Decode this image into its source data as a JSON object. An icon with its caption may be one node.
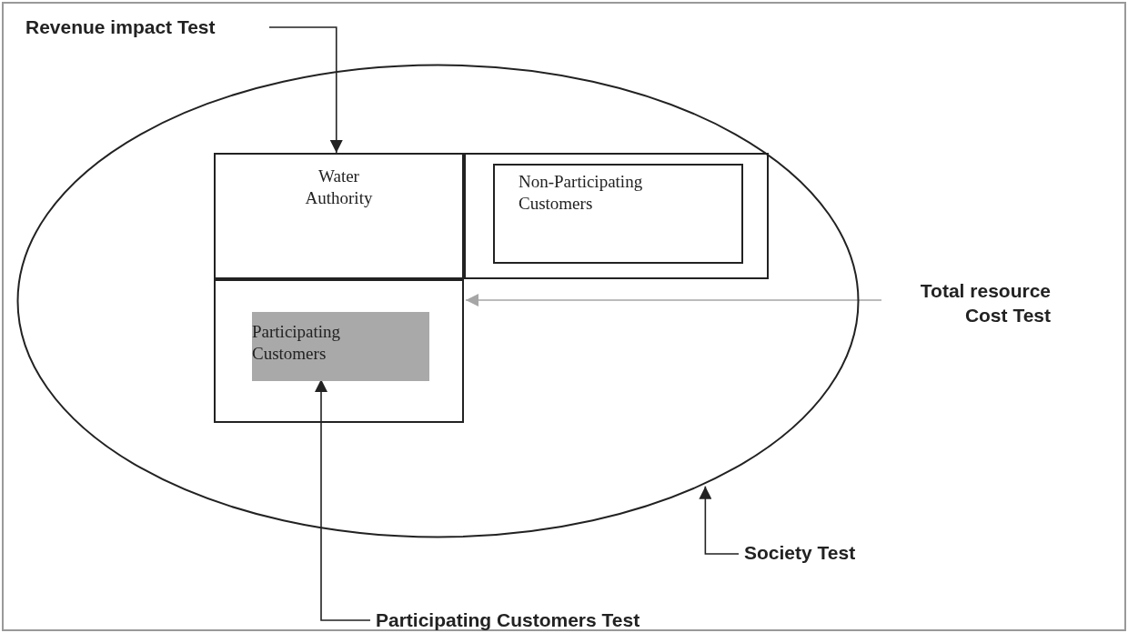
{
  "diagram": {
    "nodes": [
      {
        "text": [],
        "shape": "ellipse"
      },
      {
        "text": [
          "Water Authority"
        ],
        "in": 0
      },
      {
        "text": [],
        "shape": "box",
        "in": 0
      },
      {
        "text": [
          "Non-Participating Customers"
        ],
        "in": 2
      },
      {
        "text": [],
        "shape": "box",
        "in": 0
      },
      {
        "text": [
          "Participating Customers"
        ],
        "in": 4
      },
      {
        "text": [
          "Revenue impact Test"
        ]
      },
      {
        "text": [
          "Total resource Cost Test"
        ]
      },
      {
        "text": [
          "Society Test"
        ]
      },
      {
        "text": [
          "Participating Customers Test"
        ]
      }
    ],
    "edges": [
      {
        "from": 6,
        "to": 1,
        "arrow": "to"
      },
      {
        "from": 7,
        "to": 4,
        "arrow": "to",
        "color": "#a6a6a6"
      },
      {
        "from": 8,
        "to": 0,
        "arrow": "to"
      },
      {
        "from": 9,
        "to": 5,
        "arrow": "to"
      }
    ]
  }
}
